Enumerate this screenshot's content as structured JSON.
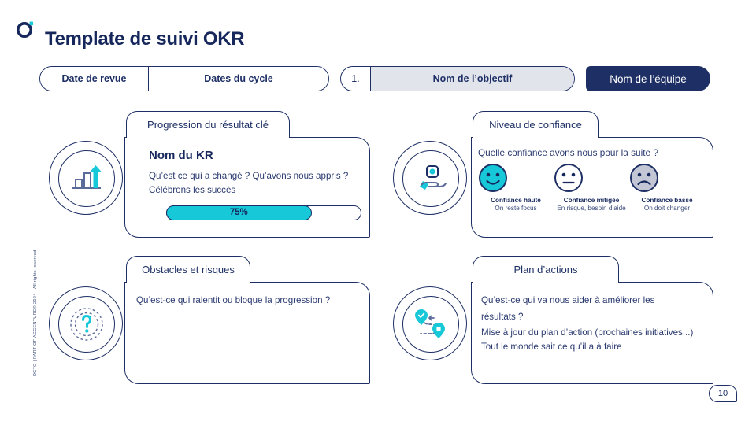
{
  "brand": {
    "logo_name": "octo-logo",
    "navy": "#1d2f65",
    "cyan": "#16c8d8",
    "grey": "#c3c6d4",
    "pill_grey": "#e2e4ec"
  },
  "header": {
    "title": "Template de suivi OKR",
    "date_review_label": "Date de revue",
    "cycle_dates_label": "Dates du cycle",
    "objective_number": "1.",
    "objective_label": "Nom de l’objectif",
    "team_label": "Nom de l’équipe"
  },
  "footer": {
    "copyright": "OCTO | PART OF ACCENTURE© 2024 - All rights reserved",
    "page_number": "10"
  },
  "cards": {
    "key_result": {
      "tab_label": "Progression du résultat clé",
      "icon_name": "bar-chart-growth-icon",
      "kr_title": "Nom du KR",
      "line1": "Qu’est ce qui a changé ? Qu’avons nous appris ?",
      "line2": "Célébrons les succès",
      "progress_percent": 75,
      "progress_label": "75%"
    },
    "confidence": {
      "tab_label": "Niveau de confiance",
      "icon_name": "hand-holding-gem-icon",
      "question": "Quelle confiance avons nous pour la suite ?",
      "levels": [
        {
          "face": "happy-face-icon",
          "title": "Confiance haute",
          "subtitle": "On reste focus",
          "color": "#16c8d8"
        },
        {
          "face": "neutral-face-icon",
          "title": "Confiance mitigée",
          "subtitle": "En risque, besoin d’aide",
          "color": "#ffffff"
        },
        {
          "face": "sad-face-icon",
          "title": "Confiance basse",
          "subtitle": "On doit changer",
          "color": "#c3c6d4"
        }
      ]
    },
    "obstacles": {
      "tab_label": "Obstacles et risques",
      "icon_name": "question-mark-radar-icon",
      "line1": "Qu’est-ce qui ralentit ou bloque la progression ?"
    },
    "action_plan": {
      "tab_label": "Plan d’actions",
      "icon_name": "route-map-pins-icon",
      "line1": "Qu’est-ce qui va nous aider à améliorer les",
      "line2": "résultats ?",
      "line3": "Mise à jour du plan d’action (prochaines initiatives...)",
      "line4": "Tout le monde sait ce qu’il a à faire"
    }
  }
}
